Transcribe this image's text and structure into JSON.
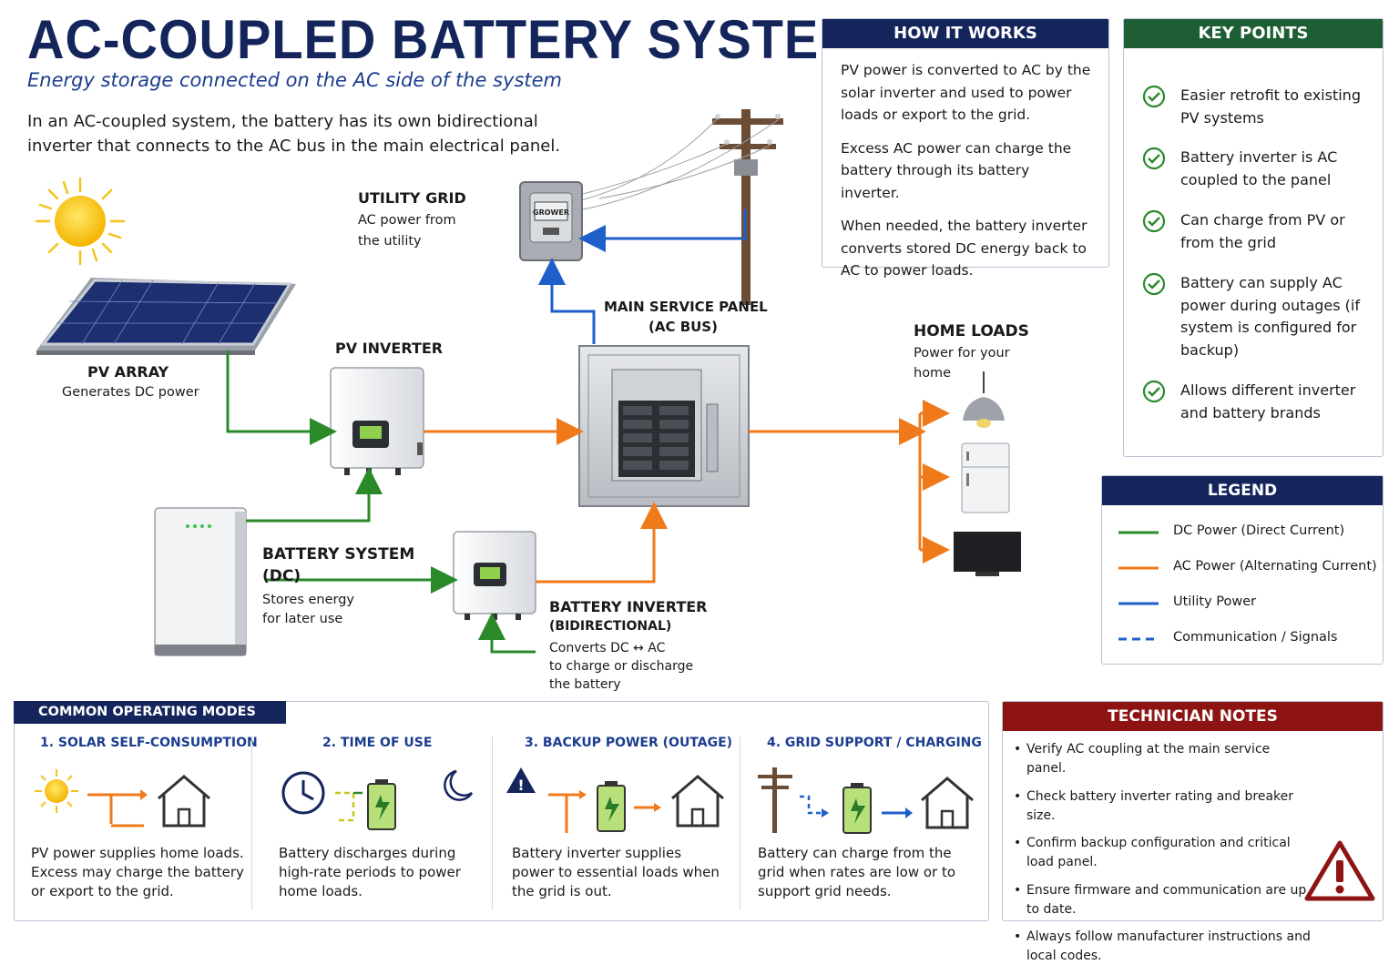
{
  "header": {
    "title": "AC-COUPLED BATTERY SYSTEM",
    "subtitle": "Energy storage connected on the AC side of the system",
    "intro": "In an AC-coupled system, the battery has its own bidirectional inverter that connects to the AC bus in the main electrical panel."
  },
  "components": {
    "pv_array": {
      "label": "PV ARRAY",
      "desc": "Generates DC power"
    },
    "utility_grid": {
      "label": "UTILITY GRID",
      "desc1": "AC power from",
      "desc2": "the utility",
      "meter_text": "GROWER"
    },
    "pv_inverter": {
      "label": "PV INVERTER"
    },
    "main_panel": {
      "label1": "MAIN SERVICE PANEL",
      "label2": "(AC BUS)"
    },
    "home_loads": {
      "label": "HOME LOADS",
      "desc1": "Power for your",
      "desc2": "home"
    },
    "battery_system": {
      "label1": "BATTERY SYSTEM",
      "label2": "(DC)",
      "desc1": "Stores energy",
      "desc2": "for later use"
    },
    "battery_inverter": {
      "label1": "BATTERY INVERTER",
      "label2": "(BIDIRECTIONAL)",
      "desc1": "Converts DC ↔ AC",
      "desc2": "to charge or discharge",
      "desc3": "the battery"
    }
  },
  "how_it_works": {
    "title": "HOW IT WORKS",
    "paragraphs": [
      "PV power is converted to AC by the solar inverter and used to power loads or export to the grid.",
      "Excess AC power can charge the battery through its battery inverter.",
      "When needed, the battery inverter converts stored DC energy back to AC to power loads."
    ]
  },
  "key_points": {
    "title": "KEY POINTS",
    "items": [
      "Easier retrofit to existing PV systems",
      "Battery inverter is AC coupled to the panel",
      "Can charge from PV or from the grid",
      "Battery can supply AC power during outages (if system is configured for backup)",
      "Allows different inverter and battery brands"
    ]
  },
  "legend": {
    "title": "LEGEND",
    "items": [
      {
        "label": "DC Power (Direct Current)",
        "color": "#2a8a2a",
        "style": "solid"
      },
      {
        "label": "AC Power (Alternating Current)",
        "color": "#f07a1a",
        "style": "solid"
      },
      {
        "label": "Utility Power",
        "color": "#1f5fc9",
        "style": "solid"
      },
      {
        "label": "Communication / Signals",
        "color": "#1f5fc9",
        "style": "dashed"
      }
    ]
  },
  "modes": {
    "title": "COMMON OPERATING MODES",
    "items": [
      {
        "title": "1. SOLAR SELF-CONSUMPTION",
        "text": "PV power supplies home loads. Excess may charge the battery or export to the grid."
      },
      {
        "title": "2. TIME OF USE",
        "text": "Battery discharges during high-rate periods to power home loads."
      },
      {
        "title": "3. BACKUP POWER (OUTAGE)",
        "text": "Battery inverter supplies power to essential loads when the grid is out."
      },
      {
        "title": "4. GRID SUPPORT / CHARGING",
        "text": "Battery can charge from the grid when rates are low or to support grid needs."
      }
    ]
  },
  "technician_notes": {
    "title": "TECHNICIAN NOTES",
    "items": [
      "Verify AC coupling at the main service panel.",
      "Check battery inverter rating and breaker size.",
      "Confirm backup configuration and critical load panel.",
      "Ensure firmware and communication are up to date.",
      "Always follow manufacturer instructions and local codes."
    ]
  },
  "colors": {
    "navy": "#14255c",
    "dc_green": "#2a8a2a",
    "ac_orange": "#f07a1a",
    "utility_blue": "#1f5fc9",
    "key_points_green": "#1d5e34",
    "notes_red": "#8e1414"
  }
}
